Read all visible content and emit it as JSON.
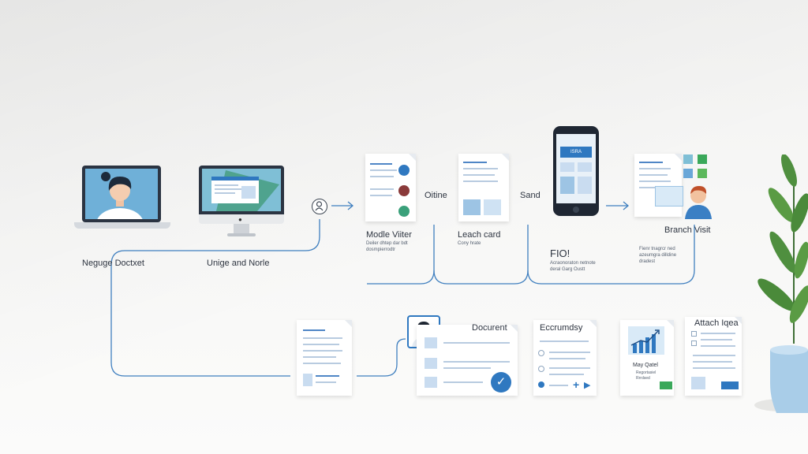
{
  "labels": {
    "negotiate": "Neguge Doctxet",
    "unique": "Unige and Norle",
    "online": "Oitine",
    "mobile": "Modle Viiter",
    "mobile_sub1": "Deiler dhtep dar bdt",
    "mobile_sub2": "dosmpierrodtr",
    "leech": "Leach card",
    "leech_sub": "Cony hrate",
    "send": "Sand",
    "phone_screen": "ISRA",
    "fio": "FIO!",
    "fio_sub1": "Acraonoraton netnote",
    "fio_sub2": "deral Garg Oustt",
    "branch": "Branch Visit",
    "branch_sub1": "Fienr tnagrcr ned",
    "branch_sub2": "azeumgra dilldine",
    "branch_sub3": "dradest",
    "document": "Docurent",
    "econ": "Eccrumdsy",
    "may_card": "May Qatel",
    "may_sub1": "Regortasiel",
    "may_sub2": "Rrrdsed",
    "attach": "Attach Iqea"
  },
  "colors": {
    "accent": "#2f78c0",
    "line": "#3f7fbf",
    "screen": "#6fb0d8",
    "plant": "#4f8f3f",
    "pot": "#a9cde8"
  }
}
